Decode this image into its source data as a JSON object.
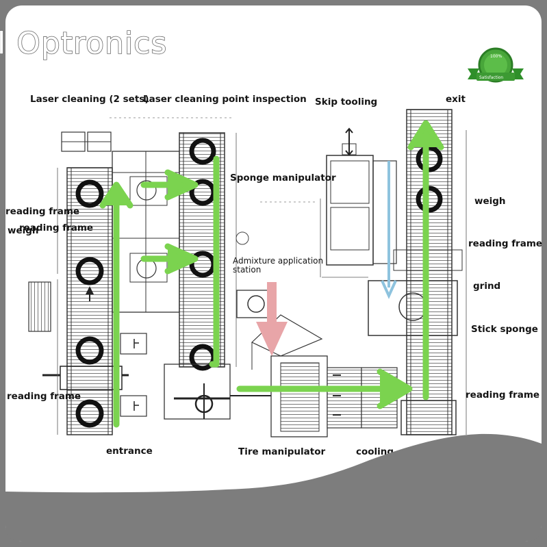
{
  "brand": {
    "text": "l Optronics"
  },
  "badge": {
    "top_text": "100%",
    "bottom_text": "Satisfaction"
  },
  "labels": {
    "laser_cleaning": "Laser cleaning (2 sets)",
    "laser_inspection": "Laser cleaning point inspection",
    "skip_tooling": "Skip tooling",
    "exit": "exit",
    "sponge_manipulator": "Sponge manipulator",
    "weigh_right": "weigh",
    "reading_frame_right_1": "reading frame",
    "grind": "grind",
    "stick_sponge": "Stick sponge",
    "reading_frame_right_2": "reading frame",
    "reading_frame_left_1": "reading frame",
    "reading_frame_left_2": "reading frame",
    "weigh_left": "weigh",
    "admixture_1": "Admixture application",
    "admixture_2": "station",
    "reading_frame_left_3": "reading frame",
    "entrance": "entrance",
    "tire_manipulator": "Tire manipulator",
    "cooling": "cooling"
  },
  "colors": {
    "flow_arrow": "#7bd34f",
    "down_arrow_pink": "#e8a5a8",
    "down_arrow_blue": "#8ec3de",
    "line": "#222222",
    "background": "#ffffff",
    "frame": "#7d7d7d"
  }
}
